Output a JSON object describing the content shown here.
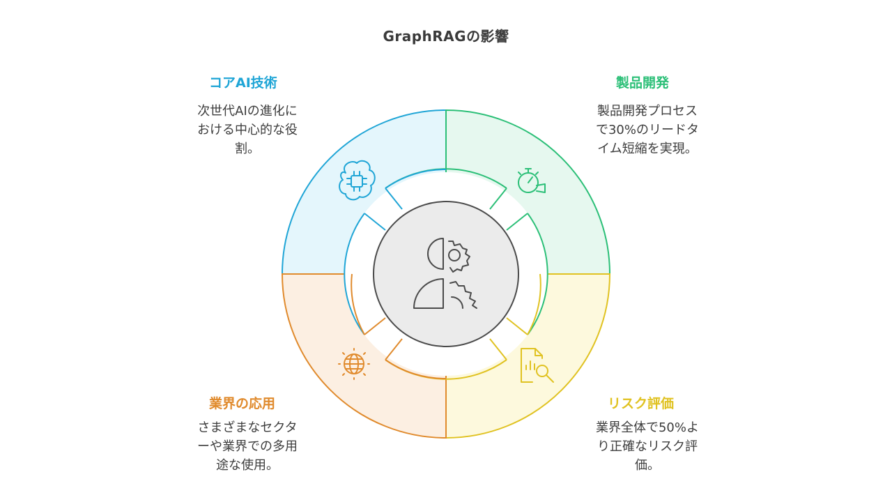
{
  "title": "GraphRAGの影響",
  "sections": [
    {
      "key": "core_ai",
      "title": "コアAI技術",
      "desc_lines": [
        "次世代AIの進化に",
        "おける中心的な役",
        "割。"
      ],
      "color": "#1fa5d6",
      "fill": "#e4f6fc",
      "icon": "brain-chip-icon"
    },
    {
      "key": "product_dev",
      "title": "製品開発",
      "desc_lines": [
        "製品開発プロセス",
        "で30%のリードタ",
        "イム短縮を実現。"
      ],
      "color": "#2bbf77",
      "fill": "#e6f8ef",
      "icon": "stopwatch-icon"
    },
    {
      "key": "industry",
      "title": "業界の応用",
      "desc_lines": [
        "さまざまなセクタ",
        "ーや業界での多用",
        "途な使用。"
      ],
      "color": "#e08a2c",
      "fill": "#fcefe2",
      "icon": "globe-icon"
    },
    {
      "key": "risk",
      "title": "リスク評価",
      "desc_lines": [
        "業界全体で50%よ",
        "り正確なリスク評",
        "価。"
      ],
      "color": "#e0c221",
      "fill": "#fdf9dd",
      "icon": "document-magnifier-icon"
    }
  ],
  "center": {
    "icon": "person-gear-icon",
    "fill": "#ebebeb",
    "stroke": "#4a4a4a"
  }
}
